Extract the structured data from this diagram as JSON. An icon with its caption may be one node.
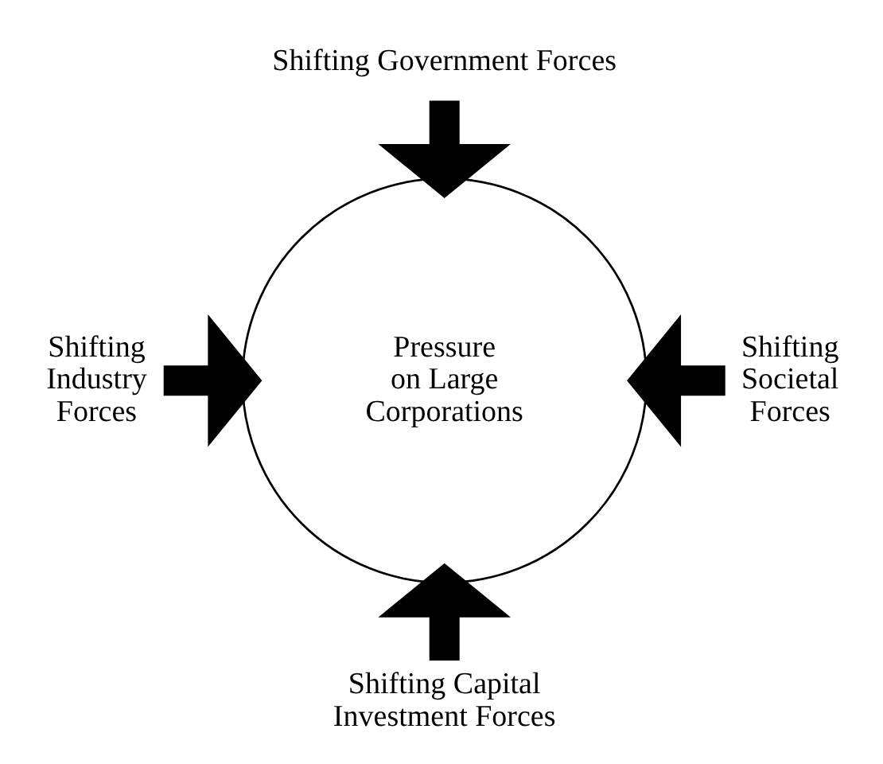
{
  "diagram": {
    "nodes": [
      {
        "text": [
          "Shifting Government Forces"
        ]
      },
      {
        "text": [
          "Shifting Industry Forces"
        ]
      },
      {
        "text": [
          "Pressure on Large Corporations"
        ]
      },
      {
        "text": [
          "Shifting Societal Forces"
        ]
      },
      {
        "text": [
          "Shifting Capital Investment Forces"
        ]
      }
    ],
    "edges": [
      {
        "from": 0,
        "to": 2,
        "arrow": "to"
      },
      {
        "from": 1,
        "to": 2,
        "arrow": "to"
      },
      {
        "from": 3,
        "to": 2,
        "arrow": "to"
      },
      {
        "from": 4,
        "to": 2,
        "arrow": "to"
      }
    ]
  }
}
